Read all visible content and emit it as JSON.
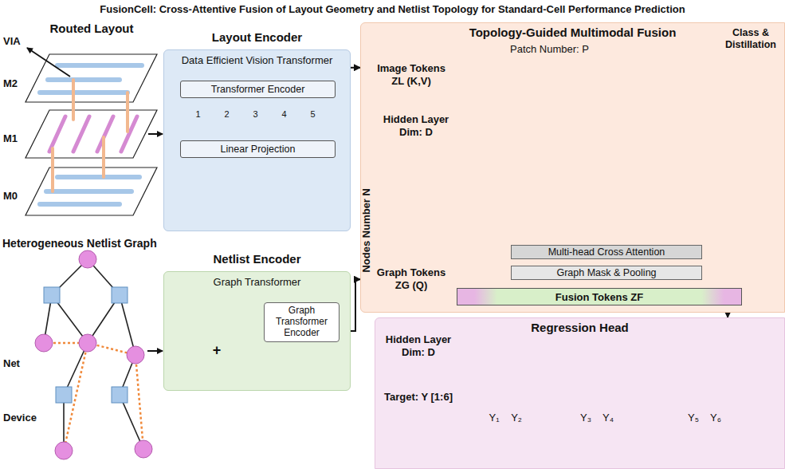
{
  "diagram": {
    "title": "FusionCell: Cross-Attentive Fusion of Layout Geometry and Netlist Topology for Standard-Cell Performance Prediction",
    "nodes": [
      {
        "text": [
          "Layout Encoder",
          "Data Efficient Vision Transformer"
        ]
      },
      {
        "text": [
          "Transformer Encoder"
        ],
        "in": 0
      },
      {
        "text": [
          "Linear Projection"
        ],
        "in": 0
      },
      {
        "text": [
          "Netlist Encoder",
          "Graph Transformer"
        ]
      },
      {
        "text": [
          "Graph Transformer Encoder"
        ],
        "in": 3
      },
      {
        "text": [
          "Topology-Guided Multimodal Fusion"
        ]
      },
      {
        "text": [
          "Multi-head Cross Attention"
        ],
        "in": 5
      },
      {
        "text": [
          "Graph Mask & Pooling"
        ],
        "in": 5
      },
      {
        "text": [
          "Fusion Tokens ZF"
        ],
        "in": 5
      },
      {
        "text": [
          "Regression Head"
        ]
      }
    ],
    "edges": [
      {
        "from": 0,
        "to": 5,
        "arrow": "to"
      },
      {
        "from": 3,
        "to": 5,
        "arrow": "to"
      },
      {
        "from": 6,
        "to": 7,
        "arrow": "to"
      },
      {
        "from": 7,
        "to": 8,
        "arrow": "to"
      },
      {
        "from": 8,
        "to": 9,
        "arrow": "to"
      }
    ],
    "labels": [
      "Routed Layout",
      "VIA",
      "M2",
      "M1",
      "M0",
      "Heterogeneous Netlist Graph",
      "Net",
      "Device",
      "1",
      "2",
      "3",
      "4",
      "5",
      "Image Tokens ZL (K,V)",
      "Patch Number: P",
      "Class & Distillation",
      "Hidden Layer Dim: D",
      "Nodes Number N",
      "Graph Tokens ZG (Q)",
      "+",
      "Hidden Layer Dim: D",
      "Target: Y [1:6]",
      "Y₁",
      "Y₂",
      "Y₃",
      "Y₄",
      "Y₅",
      "Y₆"
    ]
  }
}
